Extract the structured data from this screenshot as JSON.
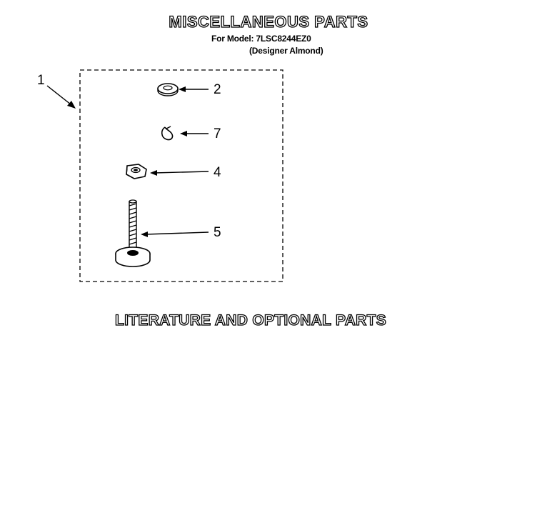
{
  "header": {
    "title": "MISCELLANEOUS PARTS",
    "model_line": "For Model: 7LSC8244EZ0",
    "color_line": "(Designer Almond)"
  },
  "section2": {
    "title": "LITERATURE AND OPTIONAL PARTS"
  },
  "callouts": {
    "c1": "1",
    "c2": "2",
    "c7": "7",
    "c4": "4",
    "c5": "5"
  }
}
